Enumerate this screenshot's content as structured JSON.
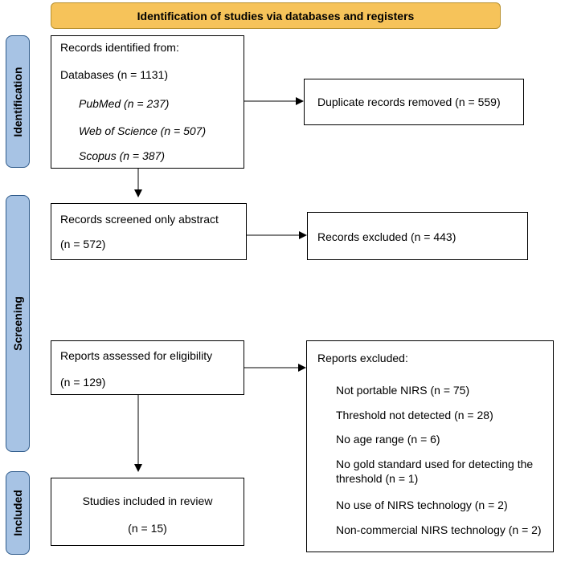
{
  "header": {
    "title": "Identification of studies via databases and registers"
  },
  "phases": {
    "identification": "Identification",
    "screening": "Screening",
    "included": "Included"
  },
  "boxes": {
    "records_identified": {
      "line1": "Records identified from:",
      "line2": "Databases (n = 1131)",
      "sources": [
        "PubMed (n = 237)",
        "Web of Science (n = 507)",
        "Scopus (n = 387)"
      ]
    },
    "duplicates_removed": "Duplicate records removed (n = 559)",
    "records_screened": {
      "line1": "Records screened only abstract",
      "line2": "(n = 572)"
    },
    "records_excluded": "Records excluded (n = 443)",
    "reports_assessed": {
      "line1": "Reports assessed for eligibility",
      "line2": "(n = 129)"
    },
    "reports_excluded": {
      "title": "Reports excluded:",
      "reasons": [
        "Not portable NIRS (n = 75)",
        "Threshold not detected (n = 28)",
        "No age range (n = 6)",
        "No gold standard used for detecting the",
        "threshold (n = 1)",
        "No use of NIRS technology (n = 2)",
        "Non-commercial NIRS technology (n = 2)"
      ]
    },
    "studies_included": {
      "line1": "Studies included in review",
      "line2": "(n = 15)"
    }
  },
  "colors": {
    "banner": "#f6c35a",
    "phase": "#a7c3e4",
    "phase_border": "#2e5a8a"
  }
}
